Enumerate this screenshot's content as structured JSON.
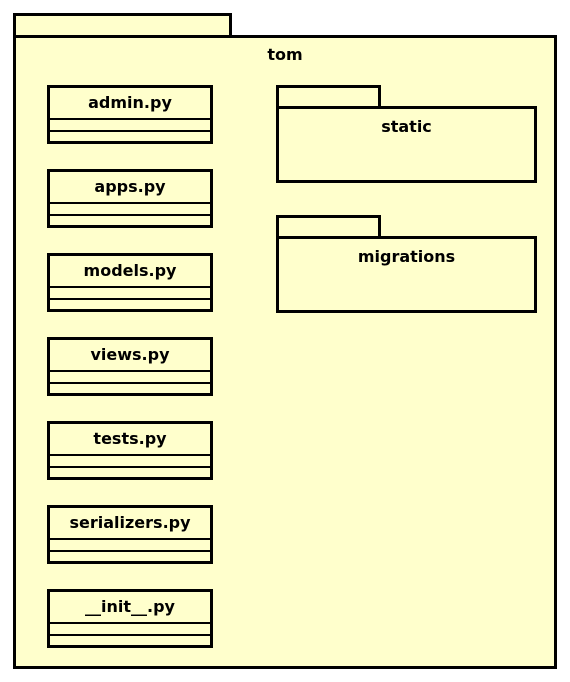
{
  "package": {
    "name": "tom",
    "classes": [
      {
        "name": "admin.py"
      },
      {
        "name": "apps.py"
      },
      {
        "name": "models.py"
      },
      {
        "name": "views.py"
      },
      {
        "name": "tests.py"
      },
      {
        "name": "serializers.py"
      },
      {
        "name": "__init__.py"
      }
    ],
    "subpackages": [
      {
        "name": "static"
      },
      {
        "name": "migrations"
      }
    ]
  },
  "colors": {
    "fill": "#FFFFCC",
    "stroke": "#000000"
  }
}
